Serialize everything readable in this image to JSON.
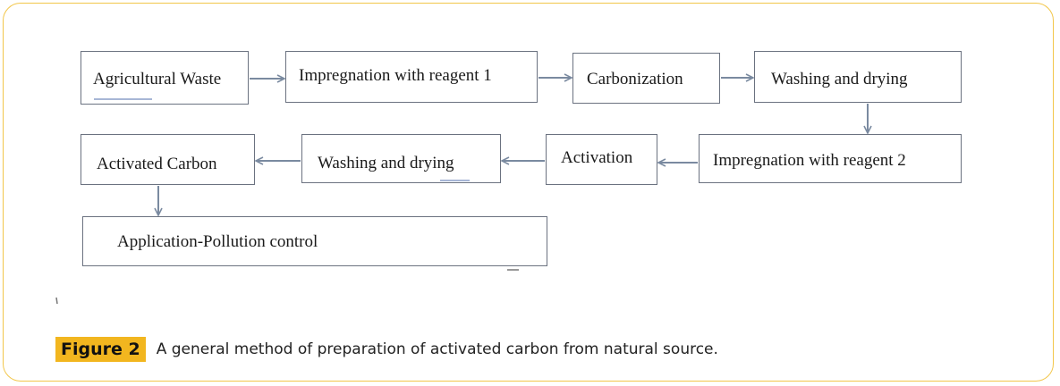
{
  "diagram": {
    "steps": {
      "agricultural_waste": "Agricultural Waste",
      "impregnation_1": "Impregnation with reagent 1",
      "carbonization": "Carbonization",
      "washing_drying_1": "Washing and drying",
      "impregnation_2": "Impregnation with reagent 2",
      "activation": "Activation",
      "washing_drying_2": "Washing and drying",
      "activated_carbon": "Activated Carbon",
      "application": "Application-Pollution control"
    }
  },
  "caption": {
    "label": "Figure 2",
    "text": "A general method of preparation of activated carbon from natural source."
  },
  "colors": {
    "accent": "#f2b61f",
    "frame_border": "#f2c64a",
    "box_border": "#6b7280",
    "arrow": "#7a8aa0"
  }
}
